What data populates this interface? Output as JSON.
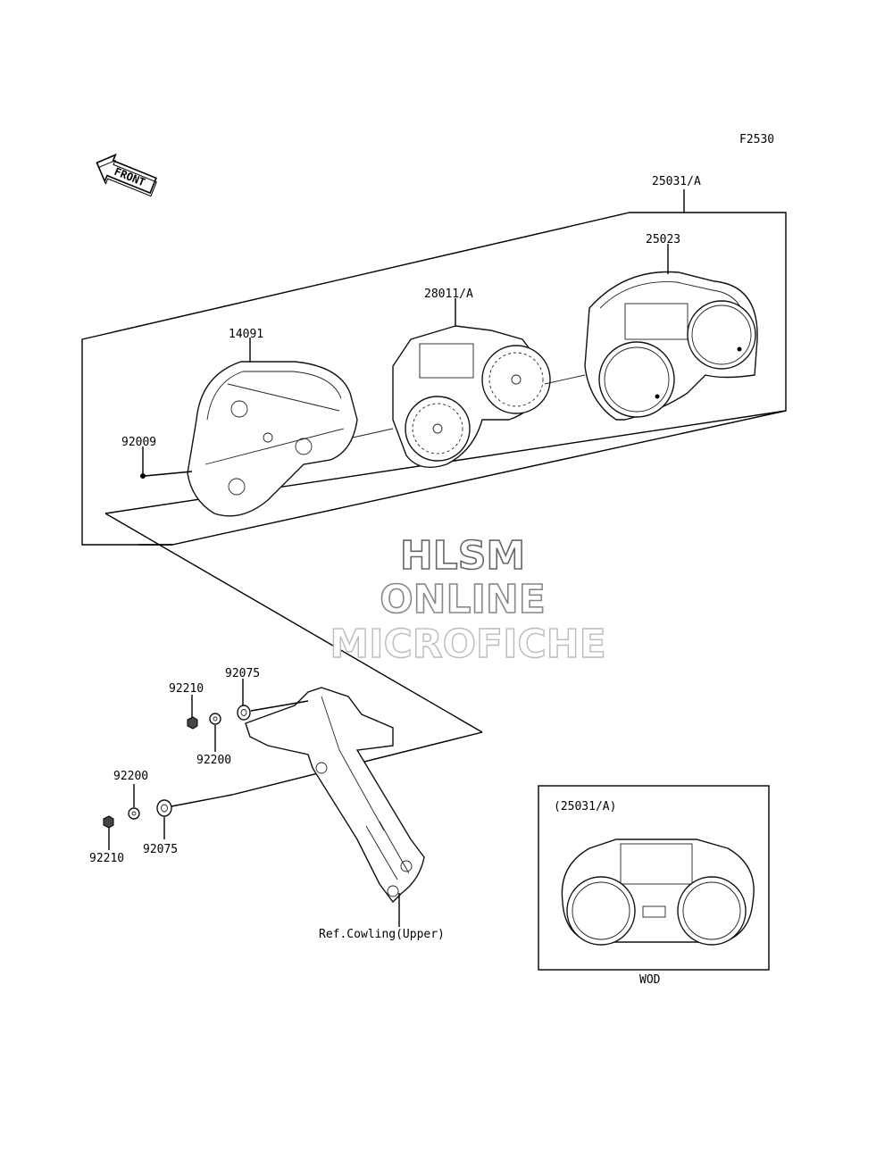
{
  "figure_code": "F2530",
  "front_arrow": {
    "label": "FRONT",
    "icon": "front-arrow-icon"
  },
  "callouts": {
    "assembly": "25031/A",
    "case": "25023",
    "meter_unit": "28011/A",
    "cover": "14091",
    "screw": "92009",
    "damper_upper": "92075",
    "nut_upper": "92210",
    "washer_upper": "92200",
    "washer_lower": "92200",
    "damper_lower": "92075",
    "nut_lower": "92210",
    "bracket_ref": "Ref.Cowling(Upper)"
  },
  "inset": {
    "title": "(25031/A)",
    "caption": "WOD"
  },
  "watermark": {
    "line1": "HLSM",
    "line2": "ONLINE",
    "line3": "MICROFICHE",
    "color": "#888888"
  }
}
